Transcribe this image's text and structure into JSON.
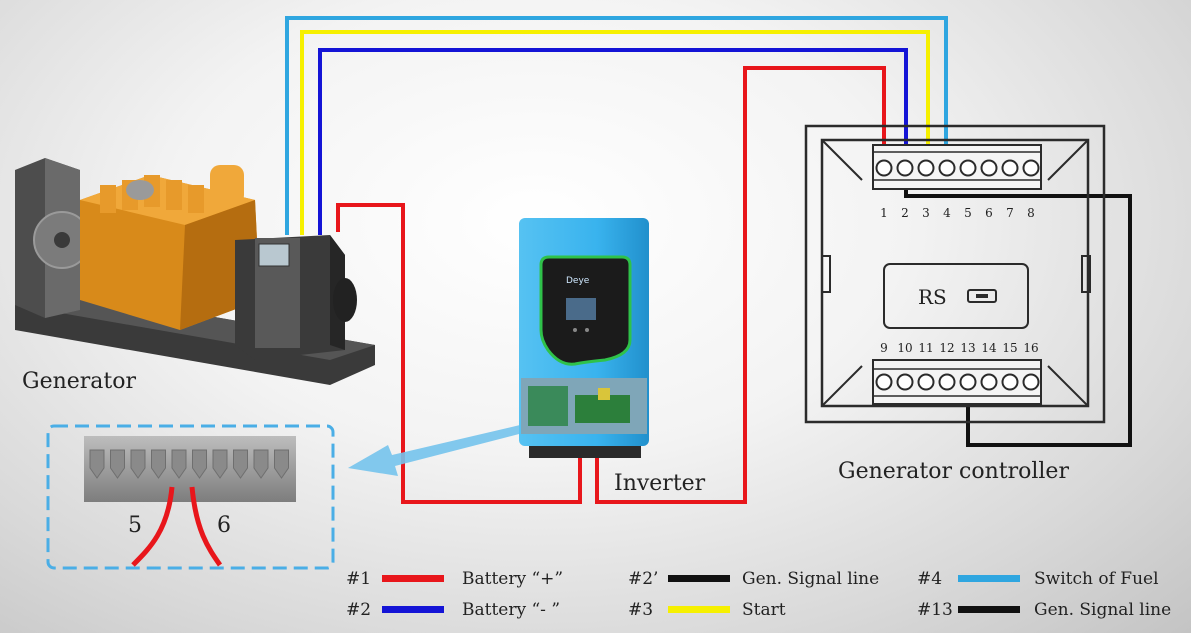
{
  "labels": {
    "generator": "Generator",
    "inverter": "Inverter",
    "controller": "Generator controller",
    "rs": "RS",
    "brand": "Deye",
    "inset_terminal_left": "5",
    "inset_terminal_right": "6"
  },
  "controller_terminals_top": [
    "1",
    "2",
    "3",
    "4",
    "5",
    "6",
    "7",
    "8"
  ],
  "controller_terminals_bottom": [
    "9",
    "10",
    "11",
    "12",
    "13",
    "14",
    "15",
    "16"
  ],
  "legend": [
    {
      "id": "#1",
      "label": "Battery “+”",
      "color": "#e8161b"
    },
    {
      "id": "#2",
      "label": "Battery “- ”",
      "color": "#1414d6"
    },
    {
      "id": "#2’",
      "label": "Gen. Signal line",
      "color": "#111111"
    },
    {
      "id": "#3",
      "label": "Start",
      "color": "#f6f000"
    },
    {
      "id": "#4",
      "label": "Switch of Fuel",
      "color": "#2fa6e0"
    },
    {
      "id": "#13",
      "label": "Gen. Signal line",
      "color": "#111111"
    }
  ],
  "colors": {
    "red": "#e8161b",
    "blue": "#1414d6",
    "yellow": "#f6f000",
    "lightblue": "#2fa6e0",
    "black": "#111111",
    "inverter_body": "#39b3ee",
    "inset_border": "#4aaee6"
  }
}
